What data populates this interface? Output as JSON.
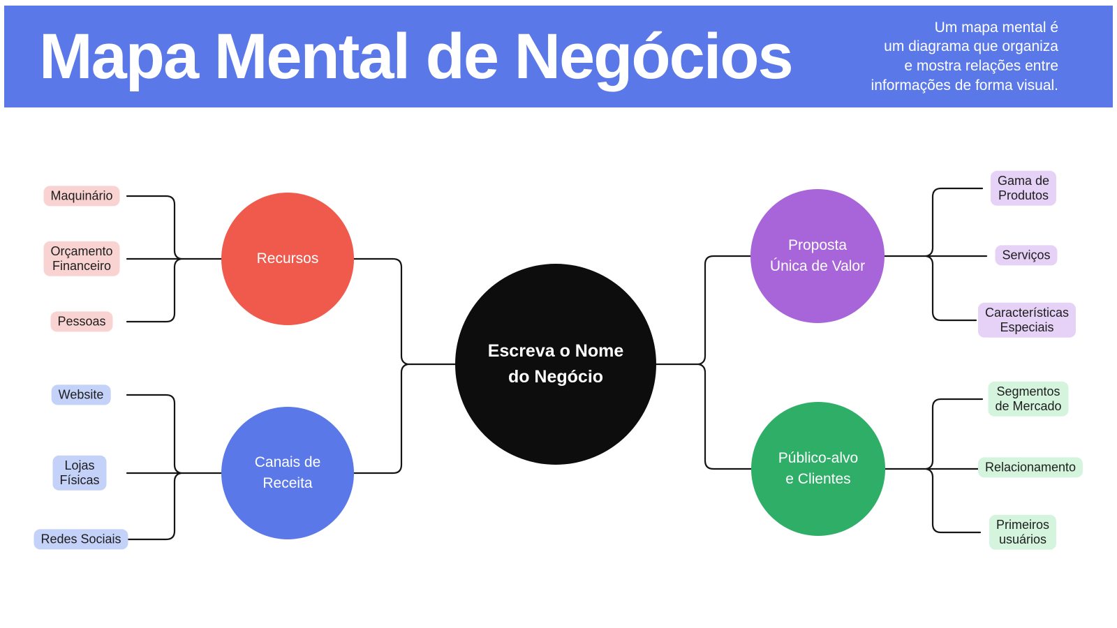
{
  "header": {
    "bg_color": "#5a78e8",
    "title": "Mapa Mental de Negócios",
    "description_lines": [
      "Um mapa mental é",
      "um diagrama que organiza",
      "e mostra relações entre",
      "informações de forma visual."
    ]
  },
  "connector_color": "#141414",
  "center_node": {
    "label_lines": [
      "Escreva o Nome",
      "do Negócio"
    ],
    "color": "#0d0d0d"
  },
  "branches": {
    "recursos": {
      "label_lines": [
        "Recursos"
      ],
      "color": "#f05a4d"
    },
    "canais": {
      "label_lines": [
        "Canais de",
        "Receita"
      ],
      "color": "#5a78e8"
    },
    "proposta": {
      "label_lines": [
        "Proposta",
        "Única de Valor"
      ],
      "color": "#a865d9"
    },
    "publico": {
      "label_lines": [
        "Público-alvo",
        "e Clientes"
      ],
      "color": "#2fae68"
    }
  },
  "chips": {
    "maquinario": {
      "lines": [
        "Maquinário"
      ],
      "bg": "#f8d3d1"
    },
    "orcamento": {
      "lines": [
        "Orçamento",
        "Financeiro"
      ],
      "bg": "#f8d3d1"
    },
    "pessoas": {
      "lines": [
        "Pessoas"
      ],
      "bg": "#f8d3d1"
    },
    "website": {
      "lines": [
        "Website"
      ],
      "bg": "#c4d1f8"
    },
    "lojas": {
      "lines": [
        "Lojas",
        "Físicas"
      ],
      "bg": "#c4d1f8"
    },
    "redes": {
      "lines": [
        "Redes Sociais"
      ],
      "bg": "#c4d1f8"
    },
    "gama": {
      "lines": [
        "Gama de",
        "Produtos"
      ],
      "bg": "#e6d2f6"
    },
    "servicos": {
      "lines": [
        "Serviços"
      ],
      "bg": "#e6d2f6"
    },
    "caracteristicas": {
      "lines": [
        "Características",
        "Especiais"
      ],
      "bg": "#e6d2f6"
    },
    "segmentos": {
      "lines": [
        "Segmentos",
        "de Mercado"
      ],
      "bg": "#d5f4de"
    },
    "relacionamento": {
      "lines": [
        "Relacionamento"
      ],
      "bg": "#d5f4de"
    },
    "primeiros": {
      "lines": [
        "Primeiros",
        "usuários"
      ],
      "bg": "#d5f4de"
    }
  }
}
